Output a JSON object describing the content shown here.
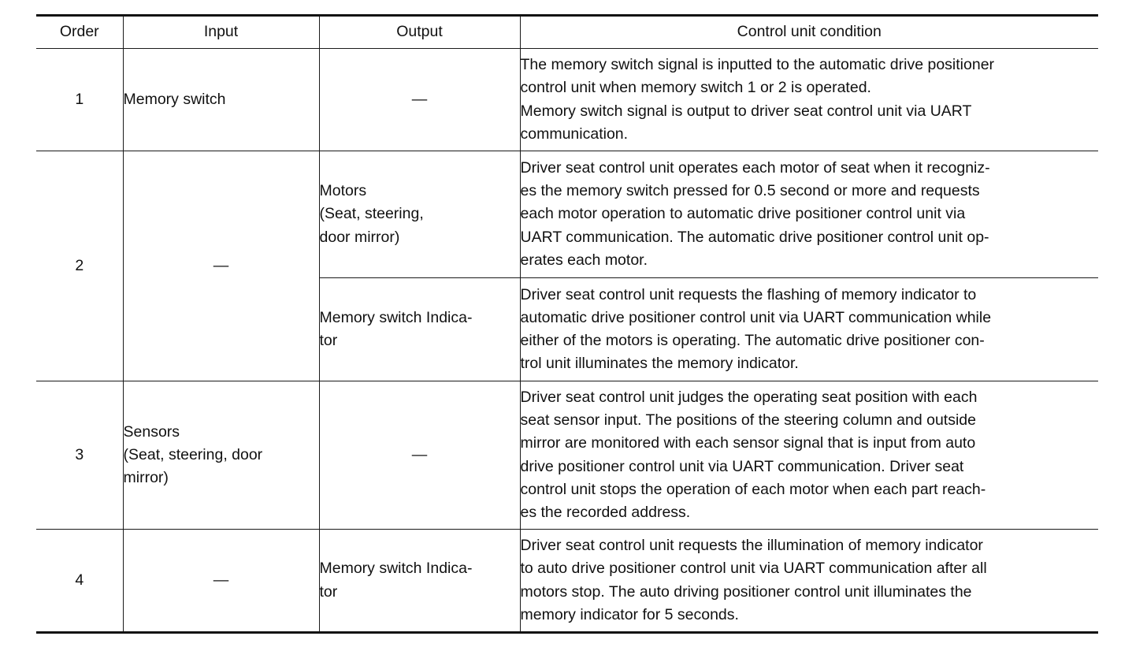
{
  "table": {
    "headers": {
      "order": "Order",
      "input": "Input",
      "output": "Output",
      "condition": "Control unit condition"
    },
    "rows": [
      {
        "order": "1",
        "input": [
          "Memory switch"
        ],
        "output": "—",
        "condition": [
          "The memory switch signal is inputted to the automatic drive positioner",
          "control unit when memory switch 1 or 2 is operated.",
          "Memory switch signal is output to driver seat control unit via UART",
          "communication."
        ]
      },
      {
        "order": "2",
        "input": "—",
        "sub": [
          {
            "output": [
              "Motors",
              "(Seat, steering,",
              "door mirror)"
            ],
            "condition": [
              "Driver seat control unit operates each motor of seat when it recogniz-",
              "es the memory switch pressed for 0.5 second or more and requests",
              "each motor operation to automatic drive positioner control unit via",
              "UART communication. The automatic drive positioner control unit op-",
              "erates each motor."
            ]
          },
          {
            "output": [
              "Memory switch Indica-",
              "tor"
            ],
            "condition": [
              "Driver seat control unit requests the flashing of memory indicator to",
              "automatic drive positioner control unit via UART communication while",
              "either of the motors is operating. The automatic drive positioner con-",
              "trol unit illuminates the memory indicator."
            ]
          }
        ]
      },
      {
        "order": "3",
        "input": [
          "Sensors",
          "(Seat, steering, door",
          "mirror)"
        ],
        "output": "—",
        "condition": [
          "Driver seat control unit judges the operating seat position with each",
          "seat sensor input. The positions of the steering column and outside",
          "mirror are monitored with each sensor signal that is input from auto",
          "drive positioner control unit via UART communication. Driver seat",
          "control unit stops the operation of each motor when each part reach-",
          "es the recorded address."
        ]
      },
      {
        "order": "4",
        "input": "—",
        "output": [
          "Memory switch Indica-",
          "tor"
        ],
        "condition": [
          "Driver seat control unit requests the illumination of memory indicator",
          "to auto drive positioner control unit via UART communication after all",
          "motors stop. The auto driving positioner control unit illuminates the",
          "memory indicator for 5 seconds."
        ]
      }
    ]
  }
}
